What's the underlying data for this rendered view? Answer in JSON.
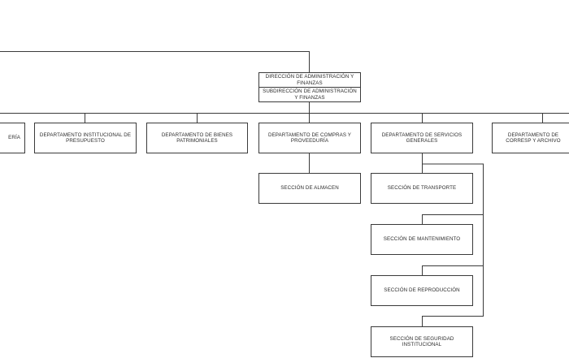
{
  "org_chart": {
    "top": {
      "title": "DIRECCIÓN DE ADMINISTRACIÓN Y FINANZAS",
      "subtitle": "SUBDIRECCIÓN DE ADMINISTRACIÓN Y FINANZAS"
    },
    "departments": [
      {
        "label": "ERÍA"
      },
      {
        "label": "DEPARTAMENTO INSTITUCIONAL DE PRESUPUESTO"
      },
      {
        "label": "DEPARTAMENTO DE BIENES PATRIMONIALES"
      },
      {
        "label": "DEPARTAMENTO DE COMPRAS Y PROVEEDURÍA"
      },
      {
        "label": "DEPARTAMENTO DE SERVICIOS GENERALES"
      },
      {
        "label": "DEPARTAMENTO DE CORRESP Y ARCHIVO"
      }
    ],
    "sections": [
      {
        "label": "SECCIÓN DE ALMACEN"
      },
      {
        "label": "SECCIÓN DE TRANSPORTE"
      },
      {
        "label": "SECCIÓN DE MANTENIMIENTO"
      },
      {
        "label": "SECCIÓN DE REPRODUCCIÓN"
      },
      {
        "label": "SECCIÓN DE SEGURIDAD INSTITUCIONAL"
      }
    ]
  }
}
